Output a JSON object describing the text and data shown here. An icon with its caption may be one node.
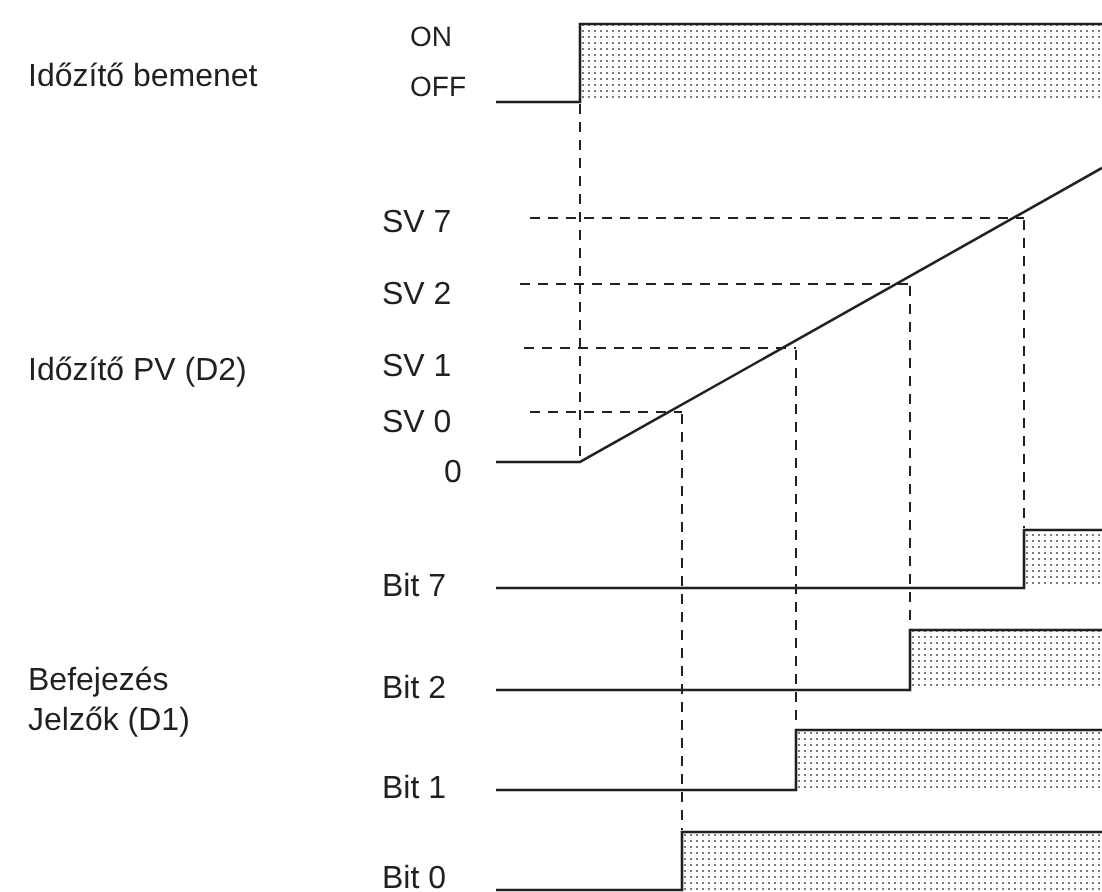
{
  "diagram": {
    "labels": [
      "ON",
      "Időzítő bemenet",
      "OFF",
      "SV 7",
      "SV 2",
      "Időzítő PV (D2)",
      "SV 1",
      "SV 0",
      "0",
      "Bit 7",
      "Befejezés Jelzők (D1)",
      "Bit 2",
      "Bit 1",
      "Bit 0"
    ]
  }
}
